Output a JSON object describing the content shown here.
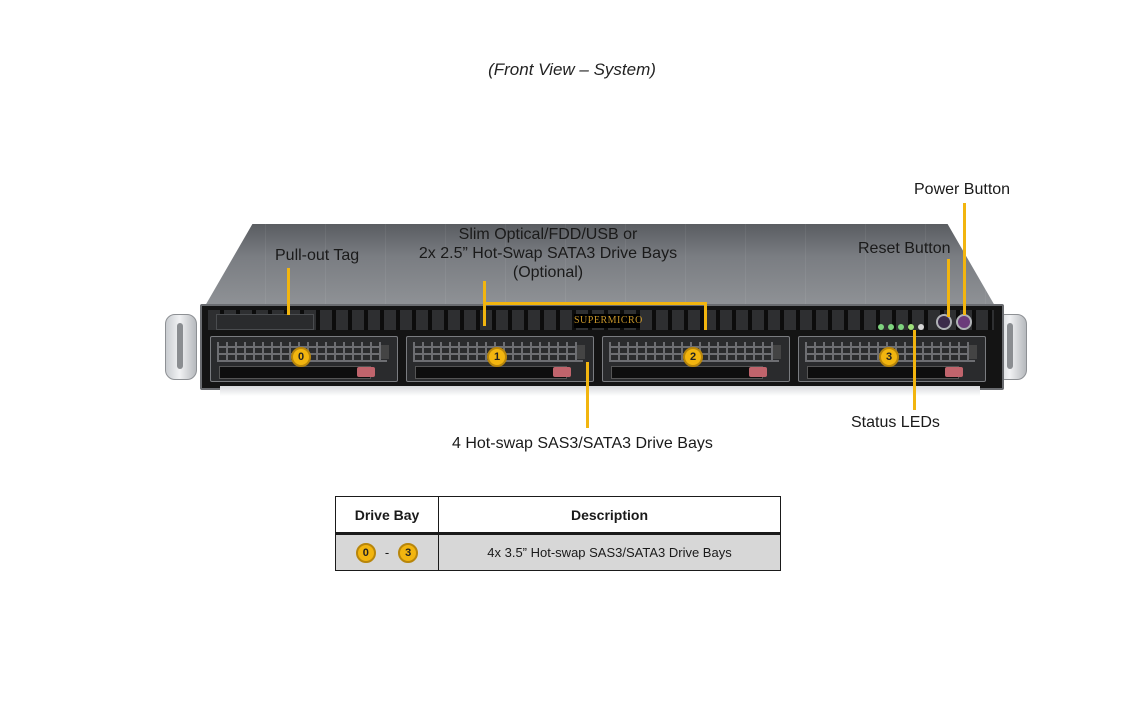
{
  "caption": "(Front View – System)",
  "labels": {
    "pull_out_tag": "Pull-out Tag",
    "slim_optical_line1": "Slim Optical/FDD/USB or",
    "slim_optical_line2": "2x 2.5” Hot-Swap  SATA3 Drive Bays",
    "slim_optical_line3": "(Optional)",
    "power_button": "Power Button",
    "reset_button": "Reset Button",
    "status_leds": "Status  LEDs",
    "hot_swap_bays": "4 Hot-swap  SAS3/SATA3 Drive Bays"
  },
  "brand": "SUPERMICRO",
  "bays": [
    "0",
    "1",
    "2",
    "3"
  ],
  "table": {
    "headers": [
      "Drive Bay",
      "Description"
    ],
    "row": {
      "bay_from": "0",
      "separator": "-",
      "bay_to": "3",
      "description": "4x 3.5” Hot-swap  SAS3/SATA3 Drive  Bays"
    }
  },
  "colors": {
    "accent": "#f2b50f",
    "chassis": "#141414",
    "table_row": "#d7d7d7"
  }
}
